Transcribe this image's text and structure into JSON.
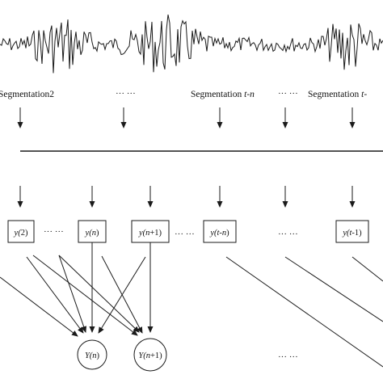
{
  "segment_labels": [
    {
      "text": "Segmentation2",
      "suffix": ""
    },
    {
      "text": "Segmentation ",
      "suffix": "t-n"
    },
    {
      "text": "Segmentation ",
      "suffix": "t-"
    }
  ],
  "segment_ellipses": [
    "··· ···",
    "··· ···"
  ],
  "nodes": [
    {
      "prefix": "y(",
      "var": "2",
      "post": ")"
    },
    {
      "prefix": "y(",
      "var": "n",
      "post": ")"
    },
    {
      "prefix": "y(",
      "var": "n",
      "post": "+1)"
    },
    {
      "prefix": "y(",
      "var": "t-n",
      "post": ")"
    },
    {
      "prefix": "y(",
      "var": "t",
      "post": "-1)"
    }
  ],
  "node_ellipses": [
    "··· ···",
    "··· ···",
    "··· ···"
  ],
  "outputs": [
    {
      "prefix": "Y(",
      "var": "n",
      "post": ")"
    },
    {
      "prefix": "Y(",
      "var": "n",
      "post": "+1)"
    }
  ],
  "output_ellipsis": "··· ···",
  "colors": {
    "stroke": "#1a1a1a",
    "text": "#111111",
    "background": "#ffffff"
  }
}
